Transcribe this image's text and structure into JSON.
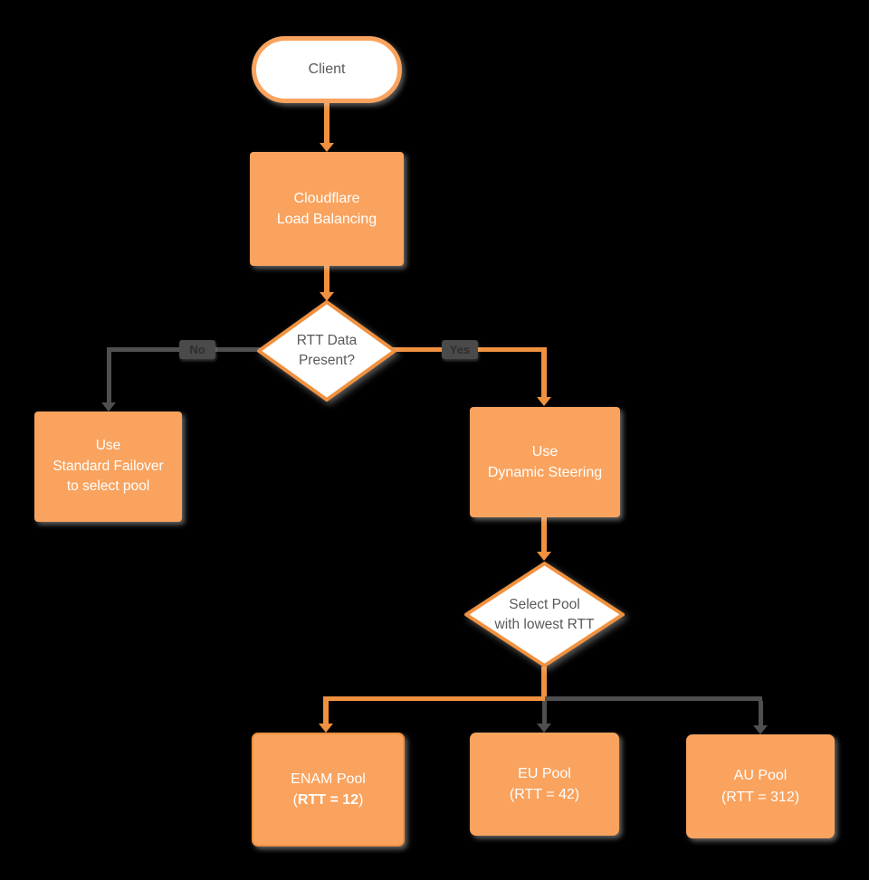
{
  "colors": {
    "bg": "#000000",
    "orange-fill": "#F9A35E",
    "orange-line": "#F0913F",
    "gray-line": "#4F4F4F",
    "diamond-text": "#595959",
    "node-text": "#FFFFFF",
    "label-bg": "#4A4A4A",
    "label-text": "#2E2E2E"
  },
  "nodes": {
    "client": {
      "label": "Client"
    },
    "load_balancing": {
      "line1": "Cloudflare",
      "line2": "Load Balancing"
    },
    "rtt_decision": {
      "line1": "RTT Data",
      "line2": "Present?"
    },
    "standard_failover": {
      "line1": "Use",
      "line2": "Standard Failover",
      "line3": "to select pool"
    },
    "dynamic_steering": {
      "line1": "Use",
      "line2": "Dynamic Steering"
    },
    "select_pool": {
      "line1": "Select Pool",
      "line2": "with lowest RTT"
    },
    "enam_pool": {
      "title": "ENAM Pool",
      "paren_open": "(",
      "rtt_bold": "RTT = 12",
      "paren_close": ")"
    },
    "eu_pool": {
      "line1": "EU Pool",
      "line2": "(RTT = 42)"
    },
    "au_pool": {
      "line1": "AU Pool",
      "line2": "(RTT = 312)"
    }
  },
  "edges": {
    "no_label": "No",
    "yes_label": "Yes"
  }
}
